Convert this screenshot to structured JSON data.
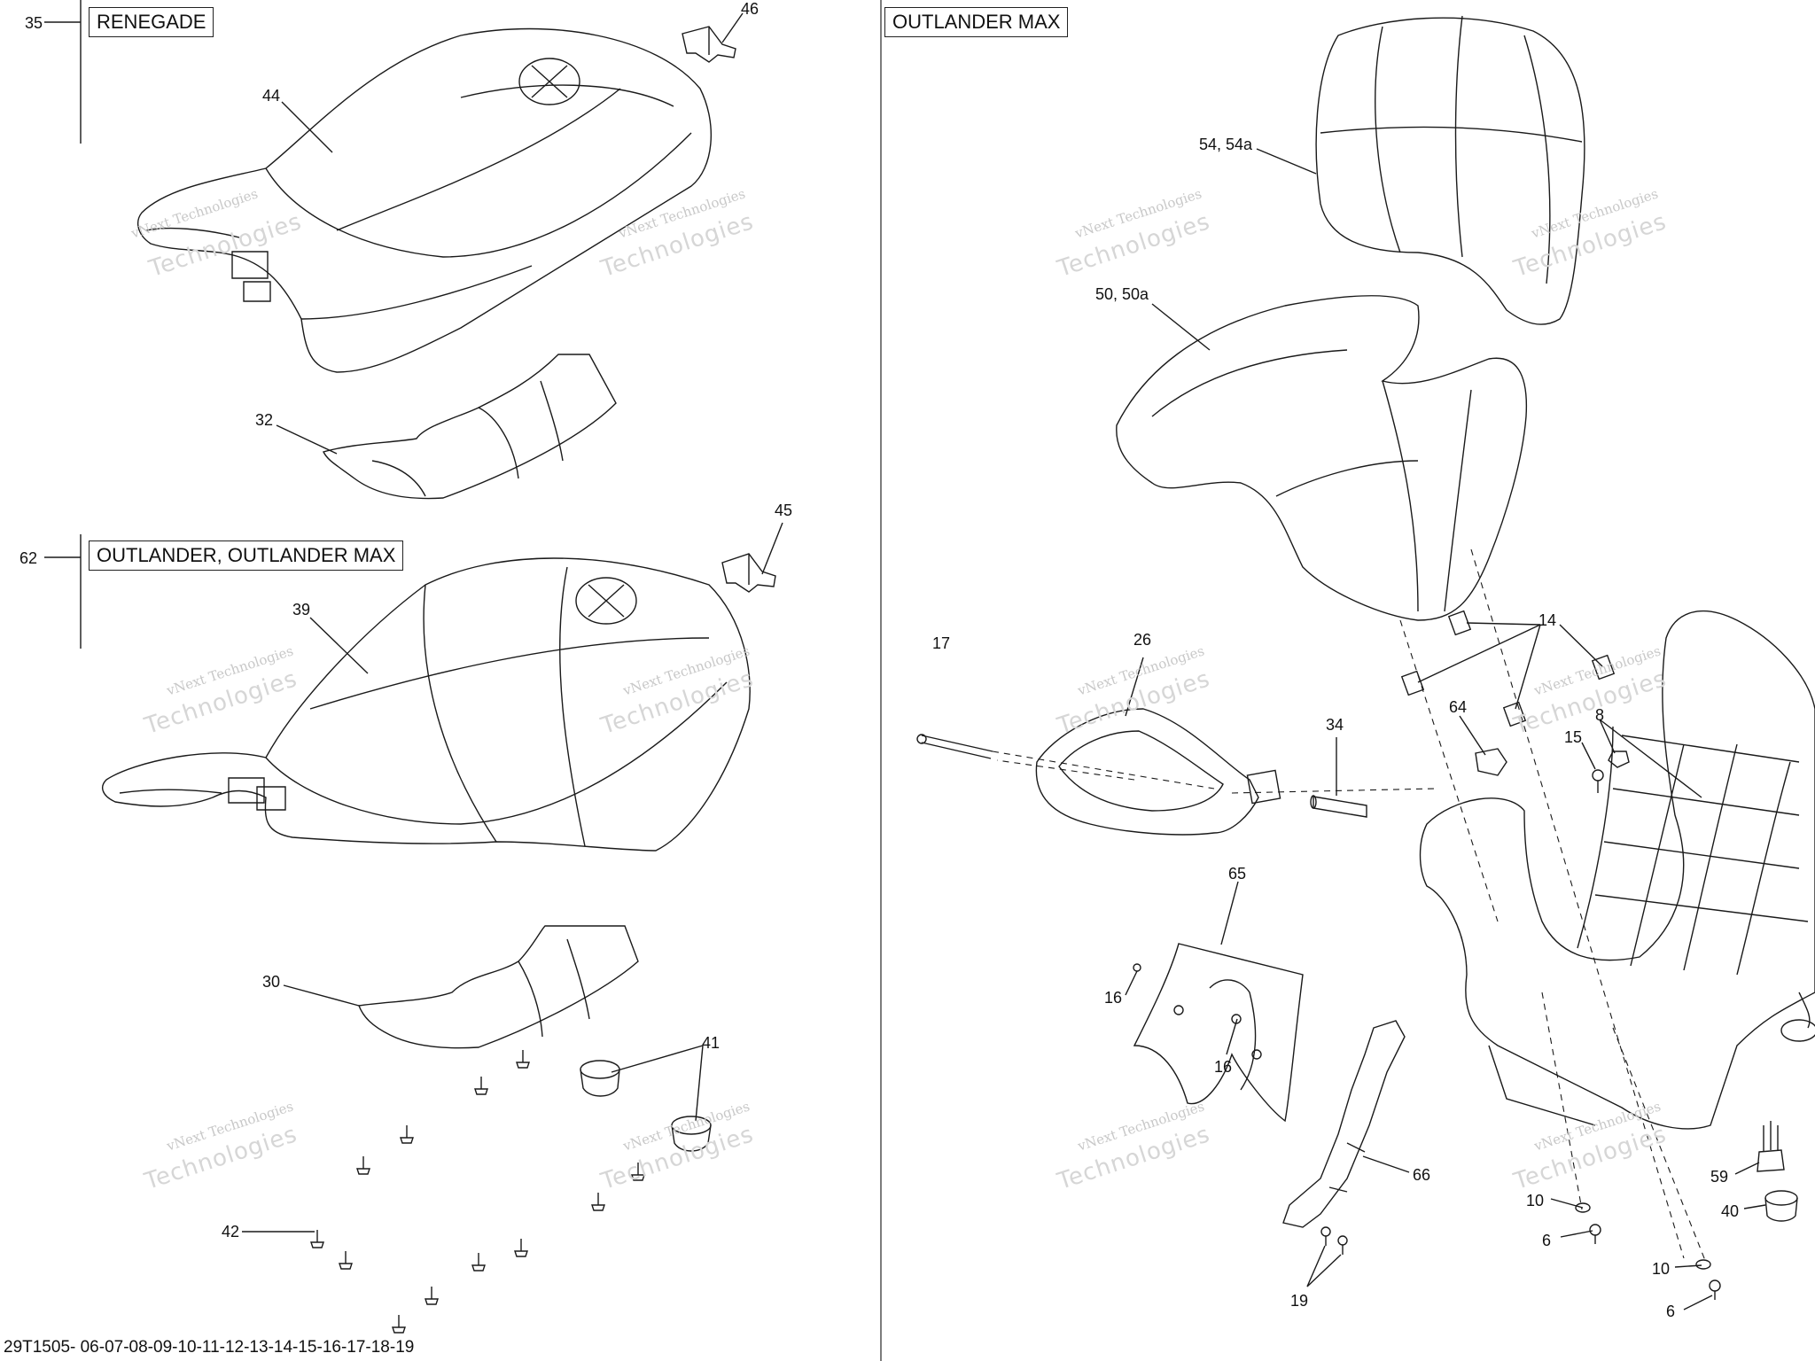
{
  "panels": {
    "renegade": {
      "group_callout": "35",
      "title": "RENEGADE"
    },
    "outlander": {
      "group_callout": "62",
      "title": "OUTLANDER, OUTLANDER MAX"
    },
    "outlander_max": {
      "title": "OUTLANDER MAX"
    }
  },
  "callouts": {
    "c44": "44",
    "c46": "46",
    "c32": "32",
    "c45": "45",
    "c39": "39",
    "c30": "30",
    "c41": "41",
    "c42": "42",
    "c54": "54, 54a",
    "c50": "50, 50a",
    "c17": "17",
    "c26": "26",
    "c34": "34",
    "c14": "14",
    "c64": "64",
    "c15": "15",
    "c8": "8",
    "c65": "65",
    "c16a": "16",
    "c16b": "16",
    "c66": "66",
    "c19": "19",
    "c10a": "10",
    "c6a": "6",
    "c10b": "10",
    "c6b": "6",
    "c59": "59",
    "c40": "40"
  },
  "watermark": {
    "line1": "vNext Technologies",
    "line2": "Technologies"
  },
  "footer": {
    "code": "29T1505- 06-07-08-09-10-11-12-13-14-15-16-17-18-19"
  }
}
